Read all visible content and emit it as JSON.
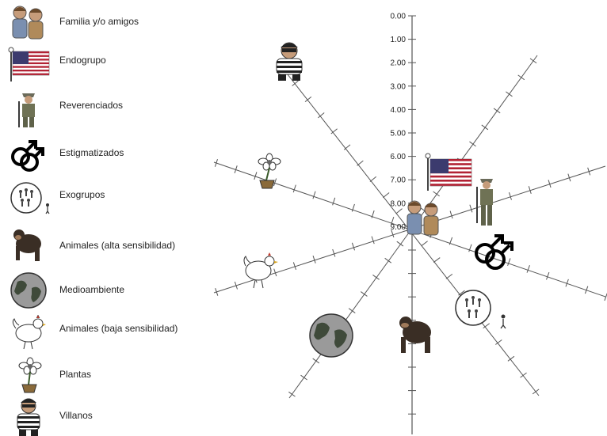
{
  "legend": [
    {
      "label": "Familia y/o amigos",
      "icon": "family-icon"
    },
    {
      "label": "Endogrupo",
      "icon": "us-flag-icon"
    },
    {
      "label": "Reverenciados",
      "icon": "soldier-icon"
    },
    {
      "label": "Estigmatizados",
      "icon": "male-symbols-icon"
    },
    {
      "label": "Exogrupos",
      "icon": "crowd-circle-icon"
    },
    {
      "label": "Animales (alta sensibilidad)",
      "icon": "chimpanzee-icon"
    },
    {
      "label": "Medioambiente",
      "icon": "globe-icon"
    },
    {
      "label": "Animales (baja sensibilidad)",
      "icon": "chicken-icon"
    },
    {
      "label": "Plantas",
      "icon": "flower-pot-icon"
    },
    {
      "label": "Villanos",
      "icon": "villain-icon"
    }
  ],
  "axis": {
    "tick_labels": [
      "0.00",
      "1.00",
      "2.00",
      "3.00",
      "4.00",
      "5.00",
      "6.00",
      "7.00",
      "8.00",
      "9.00"
    ]
  },
  "colors": {
    "axis": "#555555",
    "text": "#222222",
    "flag_red": "#b22234",
    "flag_blue": "#3c3b6e",
    "skin": "#c69c7a"
  }
}
